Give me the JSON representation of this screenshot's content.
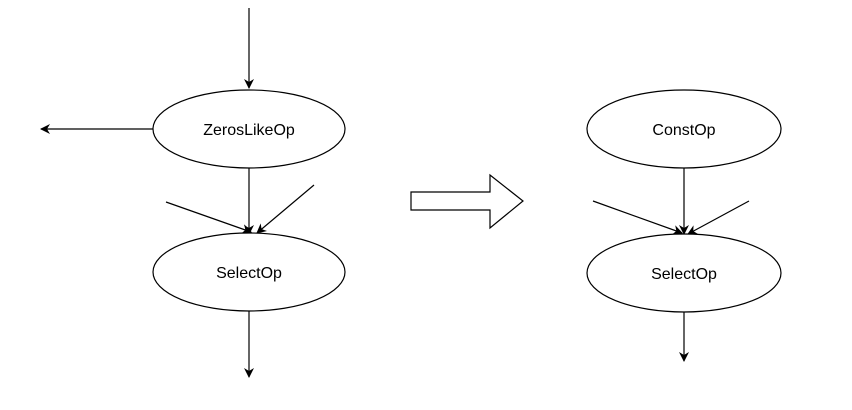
{
  "left_graph": {
    "nodes": {
      "zeros_like": "ZerosLikeOp",
      "select": "SelectOp"
    }
  },
  "right_graph": {
    "nodes": {
      "const": "ConstOp",
      "select": "SelectOp"
    }
  }
}
